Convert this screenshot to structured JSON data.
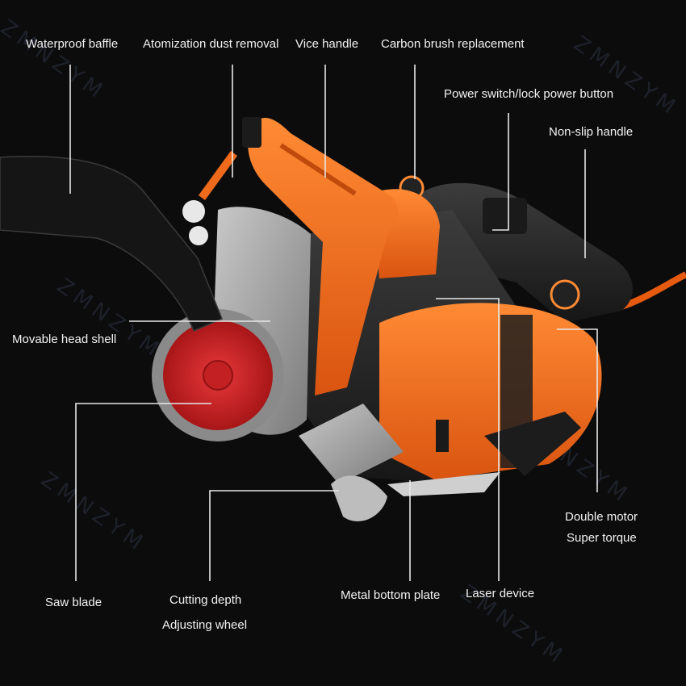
{
  "labels": {
    "waterproof_baffle": "Waterproof baffle",
    "atomization": "Atomization dust removal",
    "vice_handle": "Vice handle",
    "carbon_brush": "Carbon brush replacement",
    "power_switch": "Power switch/lock power button",
    "nonslip_handle": "Non-slip handle",
    "movable_head": "Movable head shell",
    "double_motor_1": "Double motor",
    "double_motor_2": "Super torque",
    "saw_blade": "Saw blade",
    "cutting_depth_1": "Cutting depth",
    "cutting_depth_2": "Adjusting wheel",
    "metal_plate": "Metal bottom plate",
    "laser": "Laser device"
  },
  "watermark": "ZMNZYM",
  "colors": {
    "background": "#0c0c0c",
    "body_orange": "#f06a1c",
    "dark_body": "#2a2a2a",
    "blade_red": "#d6262a",
    "metal": "#a8a8a8",
    "label_text": "#f2f2f2"
  }
}
